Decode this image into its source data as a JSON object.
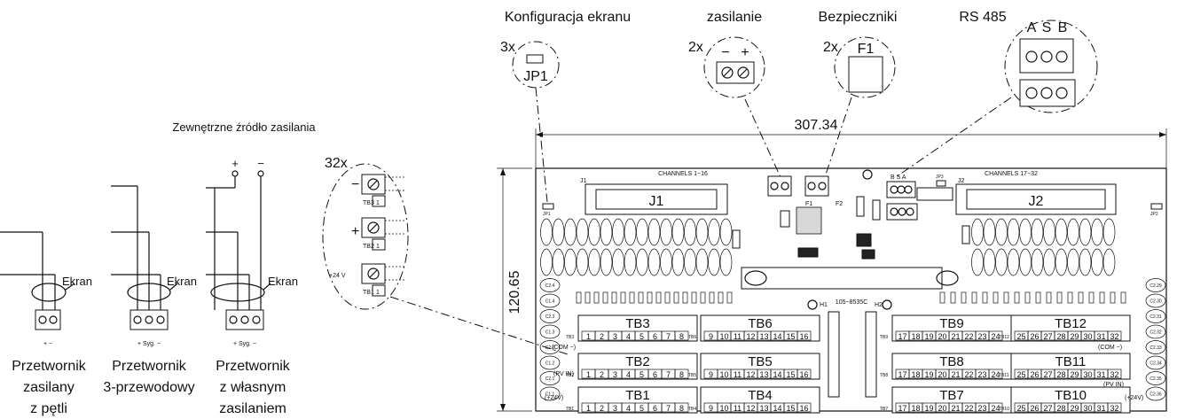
{
  "callouts": {
    "screen_config": "Konfiguracja ekranu",
    "power": "zasilanie",
    "fuses": "Bezpieczniki",
    "rs485": "RS 485",
    "ext_power": "Zewnętrzne źródło zasilania",
    "qty_jp": "3x",
    "qty_pwr": "2x",
    "qty_fuse": "2x",
    "qty_tb": "32x",
    "jp_label": "JP1",
    "fuse_label": "F1",
    "rs_letters": [
      "A",
      "S",
      "B"
    ],
    "minus": "−",
    "plus": "+",
    "plus24": "+24 V",
    "tb_detail": [
      "TB3",
      "TB2",
      "TB1"
    ],
    "one": "1"
  },
  "dimensions": {
    "width": "307.34",
    "height": "120.65"
  },
  "transmitters": [
    {
      "name_lines": [
        "Przetwornik",
        "zasilany",
        "z pętli"
      ],
      "terminals": "+ −",
      "shield": "Ekran"
    },
    {
      "name_lines": [
        "Przetwornik",
        "3-przewodowy"
      ],
      "terminals": "+ Syg. −",
      "shield": "Ekran"
    },
    {
      "name_lines": [
        "Przetwornik",
        "z własnym",
        "zasilaniem"
      ],
      "terminals": "+ Syg. −",
      "shield": "Ekran"
    }
  ],
  "board": {
    "channels_left": "CHANNELS 1−16",
    "channels_right": "CHANNELS 17−32",
    "connectors": [
      "J1",
      "J2"
    ],
    "small_j": [
      "J1",
      "J2"
    ],
    "fuses_small": [
      "F1",
      "F2"
    ],
    "rs_small": "B S A",
    "jp_small": [
      "JP1",
      "JP3",
      "JP2"
    ],
    "part_number": "105−8535C",
    "h_labels": [
      "H1",
      "H2"
    ],
    "com_left": "(COM −)",
    "com_right": "(COM −)",
    "pvin_left": "(PV IN)",
    "pvin_right": "(PV IN)",
    "v24_left": "(+24V)",
    "v24_right": "(+24V)",
    "tb_blocks": [
      {
        "name": "TB3",
        "nums": [
          "1",
          "2",
          "3",
          "4",
          "5",
          "6",
          "7",
          "8"
        ]
      },
      {
        "name": "TB6",
        "nums": [
          "9",
          "10",
          "11",
          "12",
          "13",
          "14",
          "15",
          "16"
        ]
      },
      {
        "name": "TB9",
        "nums": [
          "17",
          "18",
          "19",
          "20",
          "21",
          "22",
          "23",
          "24"
        ]
      },
      {
        "name": "TB12",
        "nums": [
          "25",
          "26",
          "27",
          "28",
          "29",
          "30",
          "31",
          "32"
        ]
      },
      {
        "name": "TB2",
        "nums": [
          "1",
          "2",
          "3",
          "4",
          "5",
          "6",
          "7",
          "8"
        ]
      },
      {
        "name": "TB5",
        "nums": [
          "9",
          "10",
          "11",
          "12",
          "13",
          "14",
          "15",
          "16"
        ]
      },
      {
        "name": "TB8",
        "nums": [
          "17",
          "18",
          "19",
          "20",
          "21",
          "22",
          "23",
          "24"
        ]
      },
      {
        "name": "TB11",
        "nums": [
          "25",
          "26",
          "27",
          "28",
          "29",
          "30",
          "31",
          "32"
        ]
      },
      {
        "name": "TB1",
        "nums": [
          "1",
          "2",
          "3",
          "4",
          "5",
          "6",
          "7",
          "8"
        ]
      },
      {
        "name": "TB4",
        "nums": [
          "9",
          "10",
          "11",
          "12",
          "13",
          "14",
          "15",
          "16"
        ]
      },
      {
        "name": "TB7",
        "nums": [
          "17",
          "18",
          "19",
          "20",
          "21",
          "22",
          "23",
          "24"
        ]
      },
      {
        "name": "TB10",
        "nums": [
          "25",
          "26",
          "27",
          "28",
          "29",
          "30",
          "31",
          "32"
        ]
      }
    ],
    "left_caps": [
      "C2.4",
      "C1.4",
      "C2.3",
      "C1.3",
      "C2.2",
      "C1.2",
      "C2.1",
      "C1.1"
    ],
    "right_caps": [
      "C2.29",
      "C2.30",
      "C2.31",
      "C2.32",
      "C2.33",
      "C2.34",
      "C2.35",
      "C2.36"
    ]
  }
}
